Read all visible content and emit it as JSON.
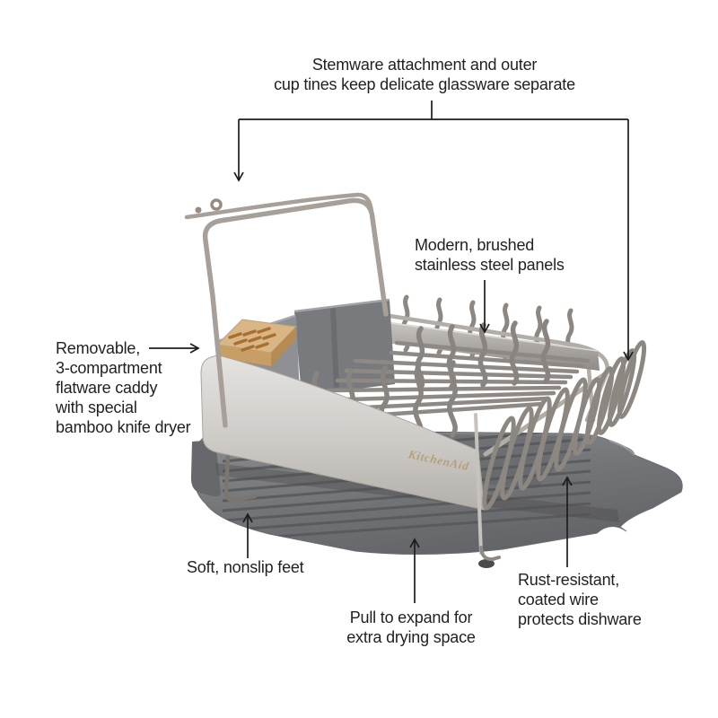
{
  "page": {
    "background": "#ffffff"
  },
  "style": {
    "text_color": "#231f20",
    "leader_line_color": "#1d1d1b",
    "logo_color": "#b3a078",
    "wire_color": "#8d8781",
    "stainless_color": "#cfccc8",
    "drainboard_color": "#6f7073",
    "bamboo_color": "#d8b686"
  },
  "product": {
    "brand": "KitchenAid"
  },
  "callouts": {
    "stemware": {
      "lines": [
        "Stemware attachment and outer",
        "cup tines keep delicate glassware separate"
      ]
    },
    "panels": {
      "lines": [
        "Modern, brushed",
        "stainless steel panels"
      ]
    },
    "caddy": {
      "lines": [
        "Removable,",
        "3-compartment",
        "flatware caddy",
        "with special",
        "bamboo knife dryer"
      ]
    },
    "feet": {
      "lines": [
        "Soft, nonslip feet"
      ]
    },
    "expand": {
      "lines": [
        "Pull to expand for",
        "extra drying space"
      ]
    },
    "wire": {
      "lines": [
        "Rust-resistant,",
        "coated wire",
        "protects dishware"
      ]
    }
  }
}
